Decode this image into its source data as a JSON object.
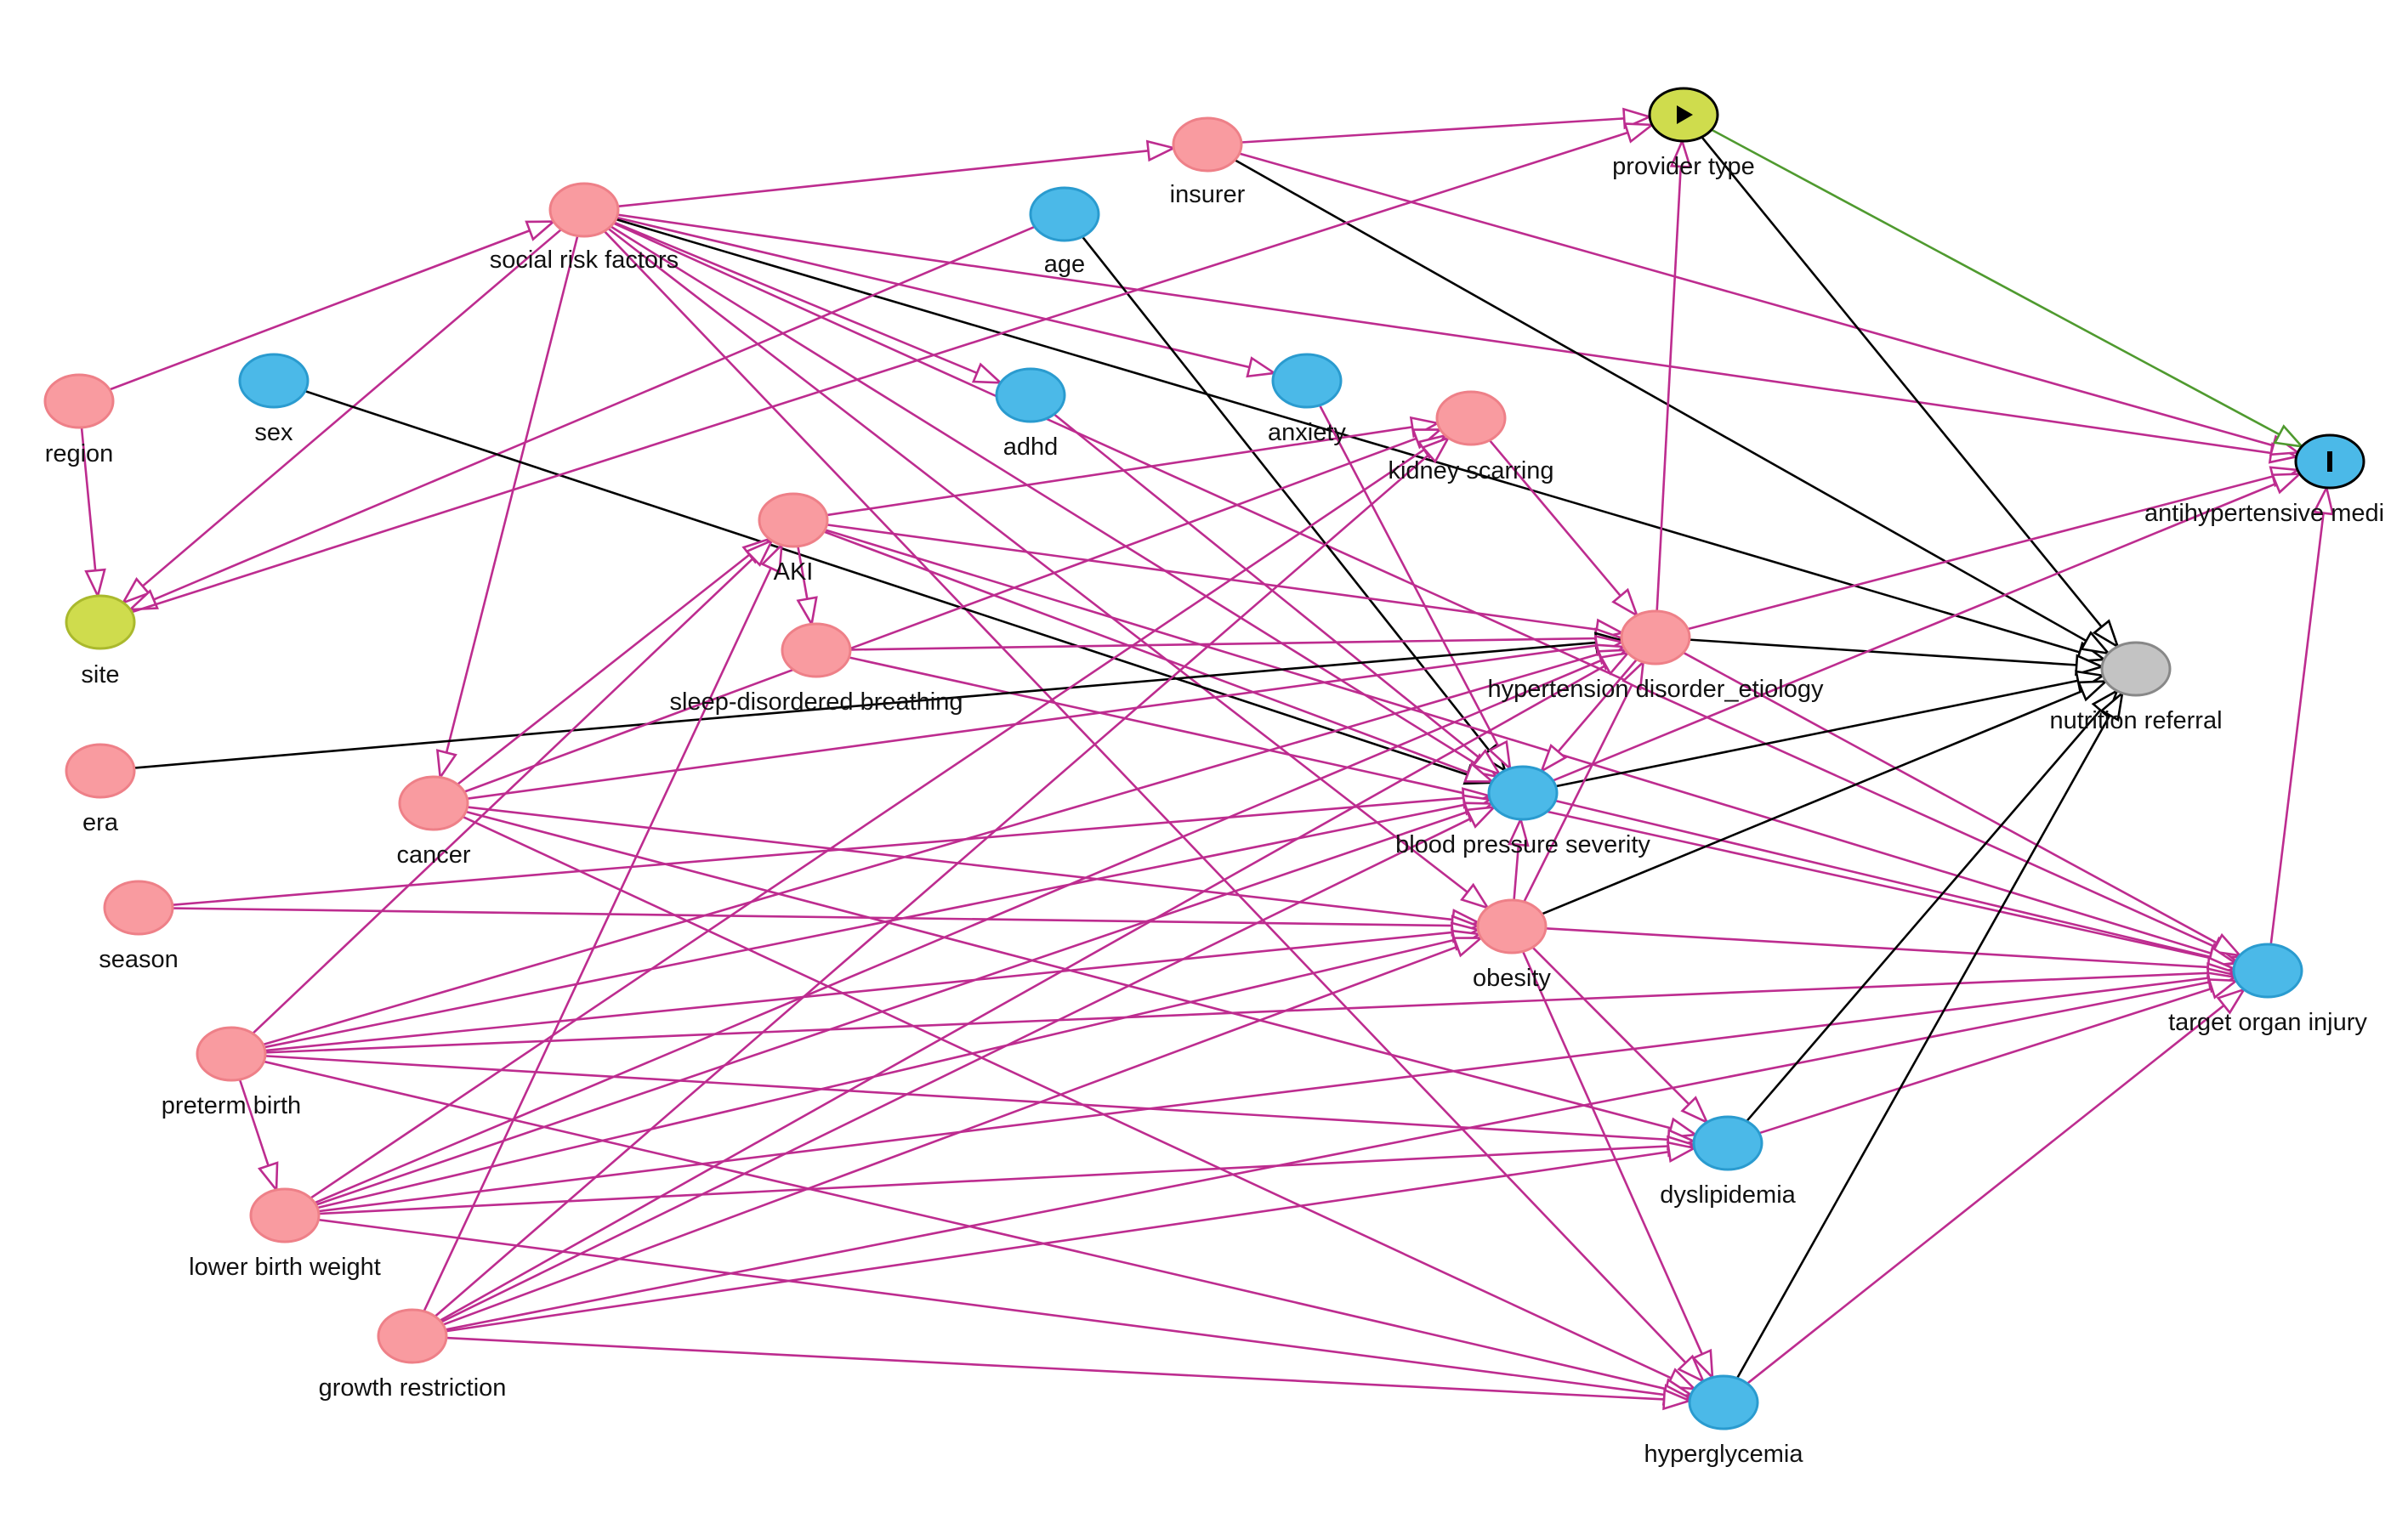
{
  "colors": {
    "causal": "#bd2c8f",
    "neutral": "#000000",
    "target": "#4f9a2f",
    "ancestor_fill": "#f99ba0",
    "ancestor_stroke": "#ee8088",
    "outcome_anc_fill": "#4bb9e8",
    "outcome_anc_stroke": "#2a9bcf",
    "adjusted_fill": "#cfdc4d",
    "adjusted_stroke": "#aab92d",
    "unobserved_fill": "#c3c3c3",
    "unobserved_stroke": "#888888",
    "exposure_fill": "#cfdc4d",
    "outcome_fill": "#4bb9e8",
    "marked_stroke": "#000000"
  },
  "nodes": [
    {
      "id": "insurer",
      "label": "insurer",
      "kind": "ancestor"
    },
    {
      "id": "provider_type",
      "label": "provider type",
      "kind": "exposure",
      "marker": "play"
    },
    {
      "id": "social_risk",
      "label": "social risk factors",
      "kind": "ancestor"
    },
    {
      "id": "age",
      "label": "age",
      "kind": "outcome_anc"
    },
    {
      "id": "region",
      "label": "region",
      "kind": "ancestor"
    },
    {
      "id": "sex",
      "label": "sex",
      "kind": "outcome_anc"
    },
    {
      "id": "adhd",
      "label": "adhd",
      "kind": "outcome_anc"
    },
    {
      "id": "anxiety",
      "label": "anxiety",
      "kind": "outcome_anc"
    },
    {
      "id": "kidney_scarring",
      "label": "kidney scarring",
      "kind": "ancestor"
    },
    {
      "id": "antihypertensive",
      "label": "antihypertensive medi",
      "kind": "outcome",
      "marker": "bar"
    },
    {
      "id": "aki",
      "label": "AKI",
      "kind": "ancestor"
    },
    {
      "id": "site",
      "label": "site",
      "kind": "adjusted"
    },
    {
      "id": "hypertension",
      "label": "hypertension disorder_etiology",
      "kind": "ancestor"
    },
    {
      "id": "nutrition",
      "label": "nutrition referral",
      "kind": "unobserved"
    },
    {
      "id": "sdb",
      "label": "sleep-disordered breathing",
      "kind": "ancestor"
    },
    {
      "id": "era",
      "label": "era",
      "kind": "ancestor"
    },
    {
      "id": "cancer",
      "label": "cancer",
      "kind": "ancestor"
    },
    {
      "id": "bp_severity",
      "label": "blood pressure severity",
      "kind": "outcome_anc"
    },
    {
      "id": "season",
      "label": "season",
      "kind": "ancestor"
    },
    {
      "id": "obesity",
      "label": "obesity",
      "kind": "ancestor"
    },
    {
      "id": "target_organ",
      "label": "target organ injury",
      "kind": "outcome_anc"
    },
    {
      "id": "preterm",
      "label": "preterm birth",
      "kind": "ancestor"
    },
    {
      "id": "dyslipidemia",
      "label": "dyslipidemia",
      "kind": "outcome_anc"
    },
    {
      "id": "lbw",
      "label": "lower birth weight",
      "kind": "ancestor"
    },
    {
      "id": "growth",
      "label": "growth restriction",
      "kind": "ancestor"
    },
    {
      "id": "hyperglycemia",
      "label": "hyperglycemia",
      "kind": "outcome_anc"
    }
  ],
  "edges": [
    {
      "from": "social_risk",
      "to": "insurer",
      "type": "causal"
    },
    {
      "from": "social_risk",
      "to": "site",
      "type": "causal"
    },
    {
      "from": "social_risk",
      "to": "cancer",
      "type": "causal"
    },
    {
      "from": "social_risk",
      "to": "adhd",
      "type": "causal"
    },
    {
      "from": "social_risk",
      "to": "anxiety",
      "type": "causal"
    },
    {
      "from": "social_risk",
      "to": "antihypertensive",
      "type": "causal"
    },
    {
      "from": "social_risk",
      "to": "nutrition",
      "type": "neutral"
    },
    {
      "from": "social_risk",
      "to": "bp_severity",
      "type": "causal"
    },
    {
      "from": "social_risk",
      "to": "obesity",
      "type": "causal"
    },
    {
      "from": "social_risk",
      "to": "target_organ",
      "type": "causal"
    },
    {
      "from": "social_risk",
      "to": "hyperglycemia",
      "type": "causal"
    },
    {
      "from": "region",
      "to": "social_risk",
      "type": "causal"
    },
    {
      "from": "region",
      "to": "site",
      "type": "causal"
    },
    {
      "from": "insurer",
      "to": "provider_type",
      "type": "causal"
    },
    {
      "from": "insurer",
      "to": "antihypertensive",
      "type": "causal"
    },
    {
      "from": "insurer",
      "to": "nutrition",
      "type": "neutral"
    },
    {
      "from": "age",
      "to": "site",
      "type": "causal"
    },
    {
      "from": "age",
      "to": "bp_severity",
      "type": "neutral"
    },
    {
      "from": "sex",
      "to": "bp_severity",
      "type": "neutral"
    },
    {
      "from": "provider_type",
      "to": "antihypertensive",
      "type": "target"
    },
    {
      "from": "provider_type",
      "to": "nutrition",
      "type": "neutral"
    },
    {
      "from": "adhd",
      "to": "bp_severity",
      "type": "causal"
    },
    {
      "from": "anxiety",
      "to": "bp_severity",
      "type": "causal"
    },
    {
      "from": "kidney_scarring",
      "to": "hypertension",
      "type": "causal"
    },
    {
      "from": "aki",
      "to": "kidney_scarring",
      "type": "causal"
    },
    {
      "from": "aki",
      "to": "hypertension",
      "type": "causal"
    },
    {
      "from": "aki",
      "to": "bp_severity",
      "type": "causal"
    },
    {
      "from": "aki",
      "to": "target_organ",
      "type": "causal"
    },
    {
      "from": "aki",
      "to": "sdb",
      "type": "causal"
    },
    {
      "from": "site",
      "to": "provider_type",
      "type": "causal"
    },
    {
      "from": "hypertension",
      "to": "provider_type",
      "type": "causal"
    },
    {
      "from": "hypertension",
      "to": "nutrition",
      "type": "neutral"
    },
    {
      "from": "hypertension",
      "to": "antihypertensive",
      "type": "causal"
    },
    {
      "from": "hypertension",
      "to": "bp_severity",
      "type": "causal"
    },
    {
      "from": "hypertension",
      "to": "target_organ",
      "type": "causal"
    },
    {
      "from": "sdb",
      "to": "hypertension",
      "type": "causal"
    },
    {
      "from": "sdb",
      "to": "target_organ",
      "type": "causal"
    },
    {
      "from": "era",
      "to": "hypertension",
      "type": "neutral"
    },
    {
      "from": "cancer",
      "to": "aki",
      "type": "causal"
    },
    {
      "from": "cancer",
      "to": "kidney_scarring",
      "type": "causal"
    },
    {
      "from": "cancer",
      "to": "hypertension",
      "type": "causal"
    },
    {
      "from": "cancer",
      "to": "obesity",
      "type": "causal"
    },
    {
      "from": "cancer",
      "to": "dyslipidemia",
      "type": "causal"
    },
    {
      "from": "cancer",
      "to": "hyperglycemia",
      "type": "causal"
    },
    {
      "from": "bp_severity",
      "to": "nutrition",
      "type": "neutral"
    },
    {
      "from": "bp_severity",
      "to": "antihypertensive",
      "type": "causal"
    },
    {
      "from": "bp_severity",
      "to": "target_organ",
      "type": "causal"
    },
    {
      "from": "season",
      "to": "bp_severity",
      "type": "causal"
    },
    {
      "from": "season",
      "to": "obesity",
      "type": "causal"
    },
    {
      "from": "obesity",
      "to": "hypertension",
      "type": "causal"
    },
    {
      "from": "obesity",
      "to": "bp_severity",
      "type": "causal"
    },
    {
      "from": "obesity",
      "to": "nutrition",
      "type": "neutral"
    },
    {
      "from": "obesity",
      "to": "target_organ",
      "type": "causal"
    },
    {
      "from": "obesity",
      "to": "dyslipidemia",
      "type": "causal"
    },
    {
      "from": "obesity",
      "to": "hyperglycemia",
      "type": "causal"
    },
    {
      "from": "preterm",
      "to": "lbw",
      "type": "causal"
    },
    {
      "from": "preterm",
      "to": "aki",
      "type": "causal"
    },
    {
      "from": "preterm",
      "to": "hypertension",
      "type": "causal"
    },
    {
      "from": "preterm",
      "to": "bp_severity",
      "type": "causal"
    },
    {
      "from": "preterm",
      "to": "obesity",
      "type": "causal"
    },
    {
      "from": "preterm",
      "to": "target_organ",
      "type": "causal"
    },
    {
      "from": "preterm",
      "to": "dyslipidemia",
      "type": "causal"
    },
    {
      "from": "preterm",
      "to": "hyperglycemia",
      "type": "causal"
    },
    {
      "from": "lbw",
      "to": "kidney_scarring",
      "type": "causal"
    },
    {
      "from": "lbw",
      "to": "hypertension",
      "type": "causal"
    },
    {
      "from": "lbw",
      "to": "bp_severity",
      "type": "causal"
    },
    {
      "from": "lbw",
      "to": "obesity",
      "type": "causal"
    },
    {
      "from": "lbw",
      "to": "target_organ",
      "type": "causal"
    },
    {
      "from": "lbw",
      "to": "dyslipidemia",
      "type": "causal"
    },
    {
      "from": "lbw",
      "to": "hyperglycemia",
      "type": "causal"
    },
    {
      "from": "growth",
      "to": "aki",
      "type": "causal"
    },
    {
      "from": "growth",
      "to": "kidney_scarring",
      "type": "causal"
    },
    {
      "from": "growth",
      "to": "hypertension",
      "type": "causal"
    },
    {
      "from": "growth",
      "to": "bp_severity",
      "type": "causal"
    },
    {
      "from": "growth",
      "to": "obesity",
      "type": "causal"
    },
    {
      "from": "growth",
      "to": "target_organ",
      "type": "causal"
    },
    {
      "from": "growth",
      "to": "dyslipidemia",
      "type": "causal"
    },
    {
      "from": "growth",
      "to": "hyperglycemia",
      "type": "causal"
    },
    {
      "from": "dyslipidemia",
      "to": "nutrition",
      "type": "neutral"
    },
    {
      "from": "dyslipidemia",
      "to": "target_organ",
      "type": "causal"
    },
    {
      "from": "hyperglycemia",
      "to": "nutrition",
      "type": "neutral"
    },
    {
      "from": "hyperglycemia",
      "to": "target_organ",
      "type": "causal"
    },
    {
      "from": "target_organ",
      "to": "antihypertensive",
      "type": "causal"
    }
  ]
}
